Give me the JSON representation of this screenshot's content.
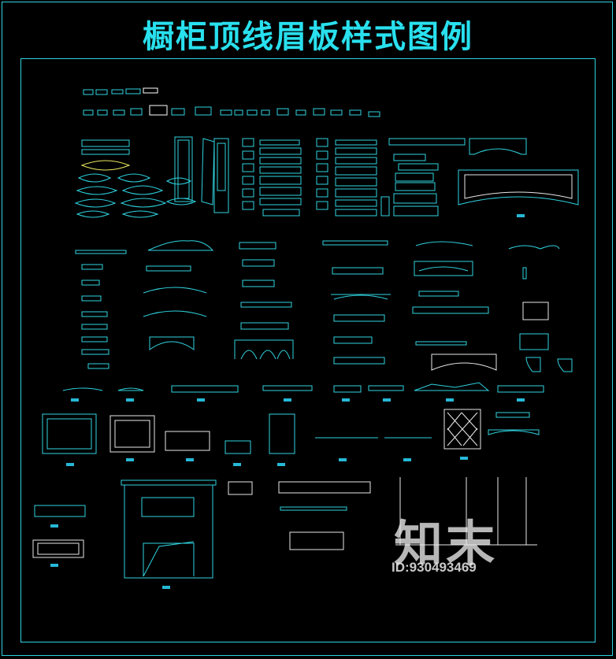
{
  "title": "橱柜顶线眉板样式图例",
  "watermark": {
    "brand": "知末",
    "id": "ID:930493469"
  },
  "colors": {
    "background": "#000000",
    "line": "#2fd3e0",
    "label": "#26b8d6",
    "white": "#e8e8e8"
  }
}
